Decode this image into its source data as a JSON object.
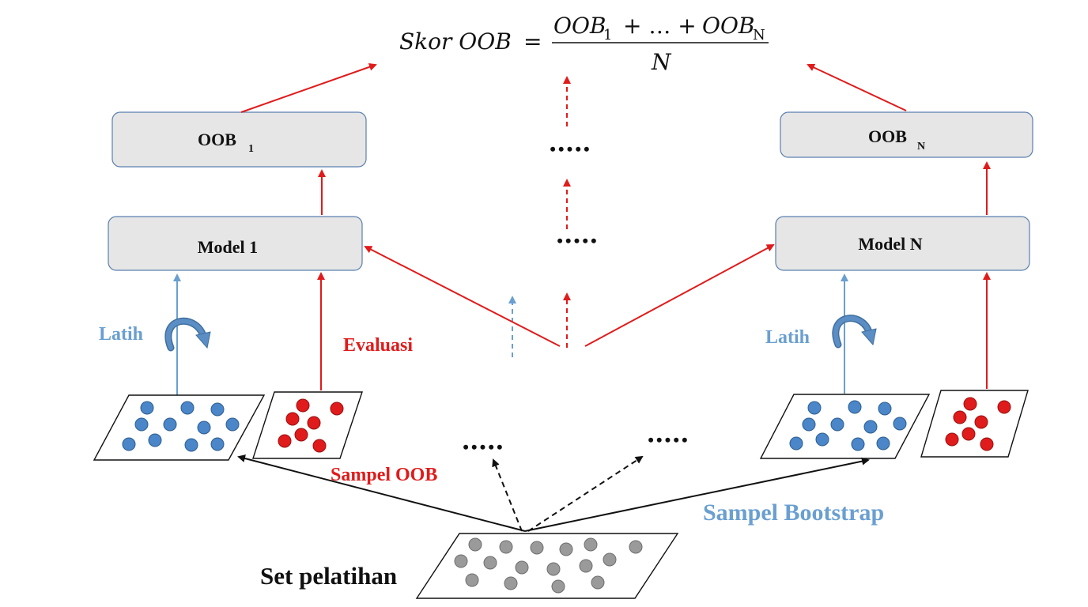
{
  "formula": {
    "lhs": "Skor OOB",
    "equals": "=",
    "num_oob_a": "OOB",
    "num_sub_a": "1",
    "num_mid": "+ … +",
    "num_oob_b": "OOB",
    "num_sub_b": "N",
    "den": "N"
  },
  "left": {
    "oob_box": {
      "main": "OOB",
      "sub": "1"
    },
    "model_box": "Model 1",
    "train_label": "Latih",
    "eval_label": "Evaluasi"
  },
  "right": {
    "oob_box": {
      "main": "OOB",
      "sub": "N"
    },
    "model_box": "Model N",
    "train_label": "Latih"
  },
  "ellipses": {
    "top": "•••••",
    "mid": "•••••",
    "bottom_left": "•••••",
    "bottom_right": "•••••"
  },
  "labels": {
    "oob_samples": "Sampel OOB",
    "bootstrap_samples": "Sampel Bootstrap",
    "training_set": "Set pelatihan"
  },
  "colors": {
    "red": "#e01b1b",
    "blue": "#6a9fd0",
    "blue_dot": "#4a86c8",
    "gray_dot": "#9a9a9a",
    "box_fill": "#e6e6e6",
    "box_stroke": "#5b7fb0"
  }
}
